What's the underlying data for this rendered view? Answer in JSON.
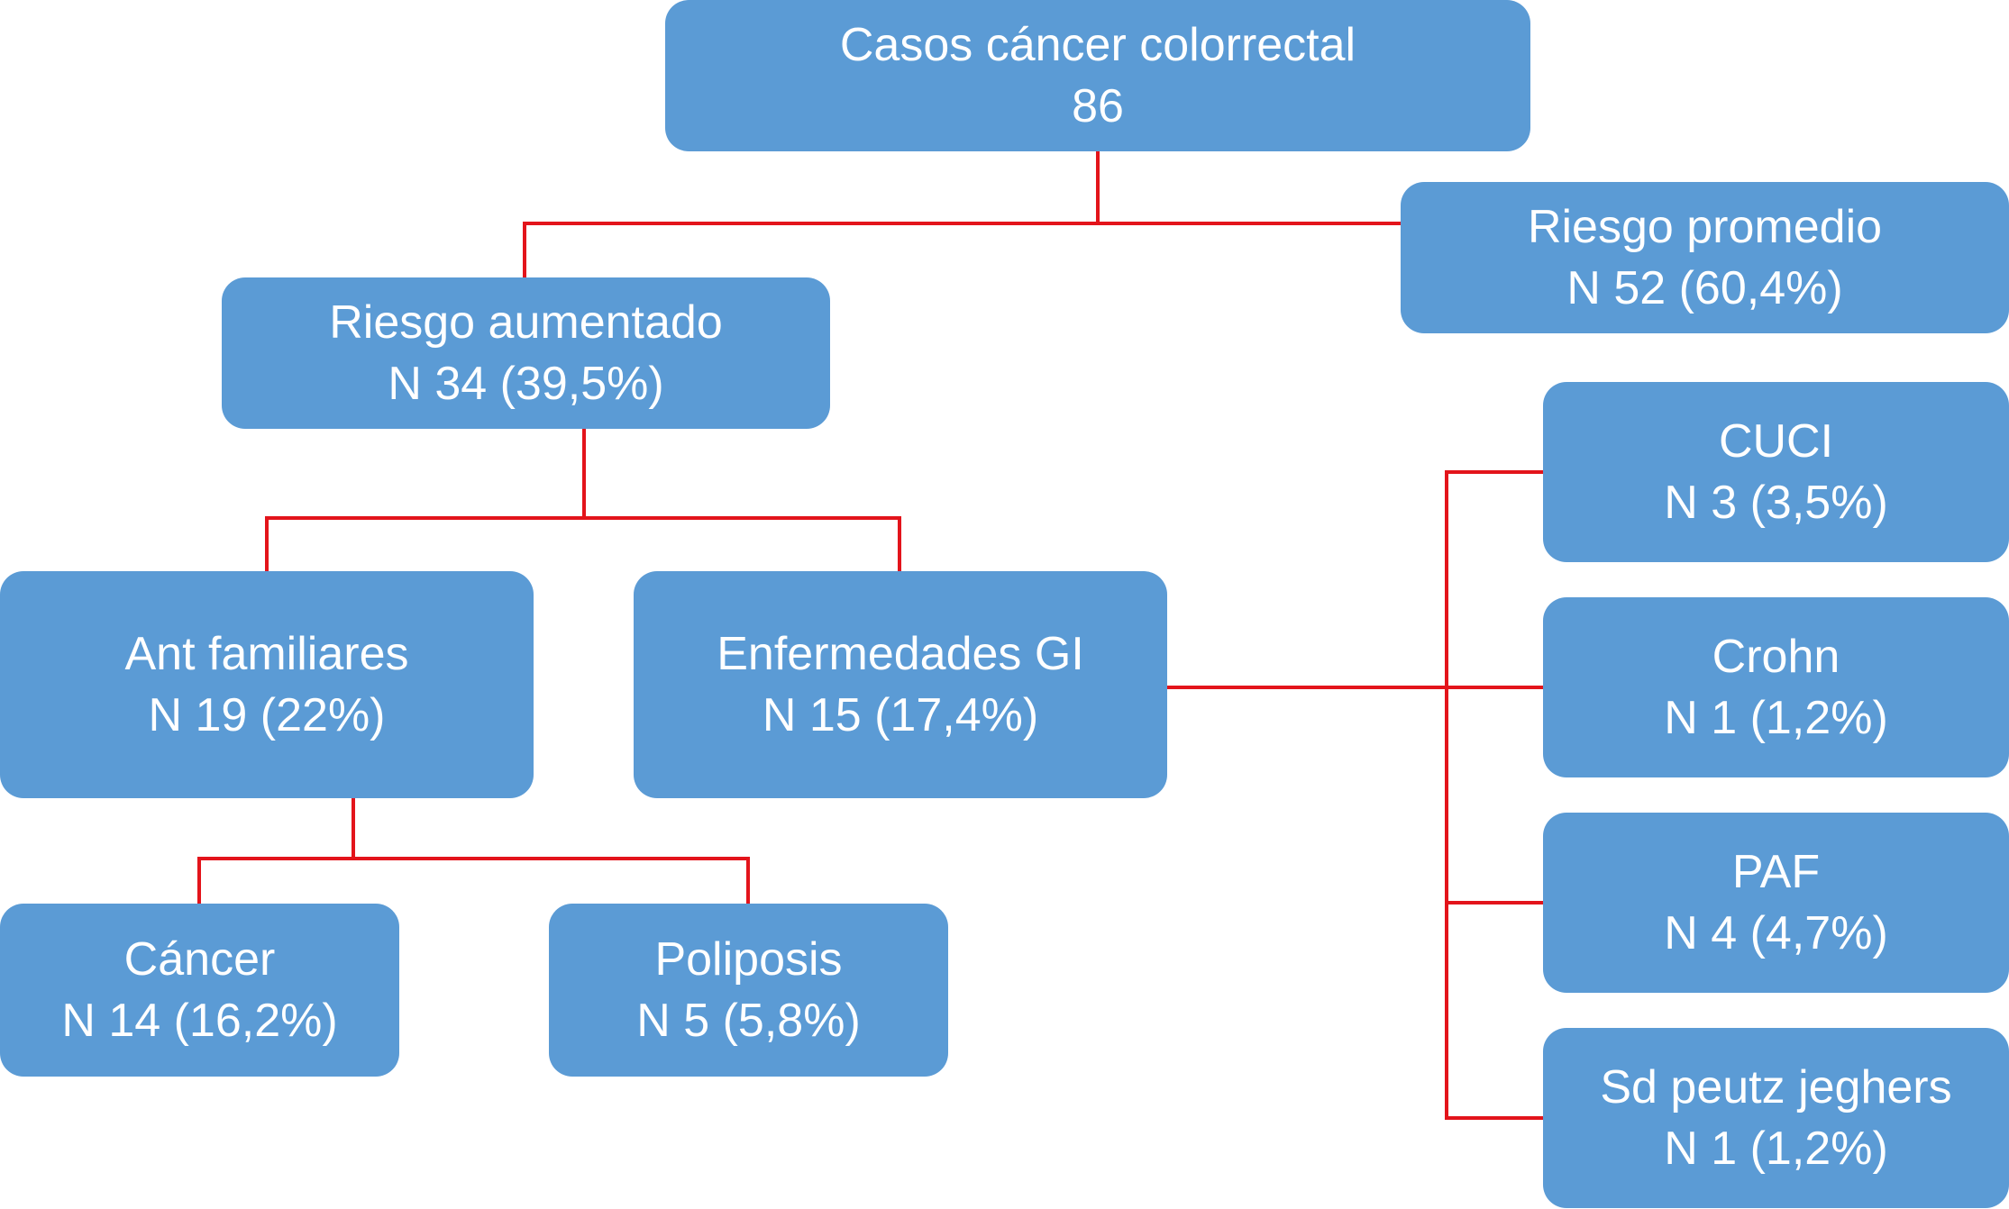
{
  "nodes": {
    "root": {
      "title": "Casos cáncer colorrectal",
      "value": "86"
    },
    "promedio": {
      "title": "Riesgo promedio",
      "value": "N 52 (60,4%)"
    },
    "aumentado": {
      "title": "Riesgo aumentado",
      "value": "N 34 (39,5%)"
    },
    "antfam": {
      "title": "Ant familiares",
      "value": "N 19 (22%)"
    },
    "enfgi": {
      "title": "Enfermedades GI",
      "value": "N 15 (17,4%)"
    },
    "cancer": {
      "title": "Cáncer",
      "value": "N 14 (16,2%)"
    },
    "polip": {
      "title": "Poliposis",
      "value": "N 5 (5,8%)"
    },
    "cuci": {
      "title": "CUCI",
      "value": "N 3 (3,5%)"
    },
    "crohn": {
      "title": "Crohn",
      "value": "N 1 (1,2%)"
    },
    "paf": {
      "title": "PAF",
      "value": "N 4 (4,7%)"
    },
    "peutz": {
      "title": "Sd peutz jeghers",
      "value": "N 1 (1,2%)"
    }
  },
  "colors": {
    "node_fill": "#5b9bd5",
    "node_text": "#ffffff",
    "connector": "#e3141b"
  }
}
